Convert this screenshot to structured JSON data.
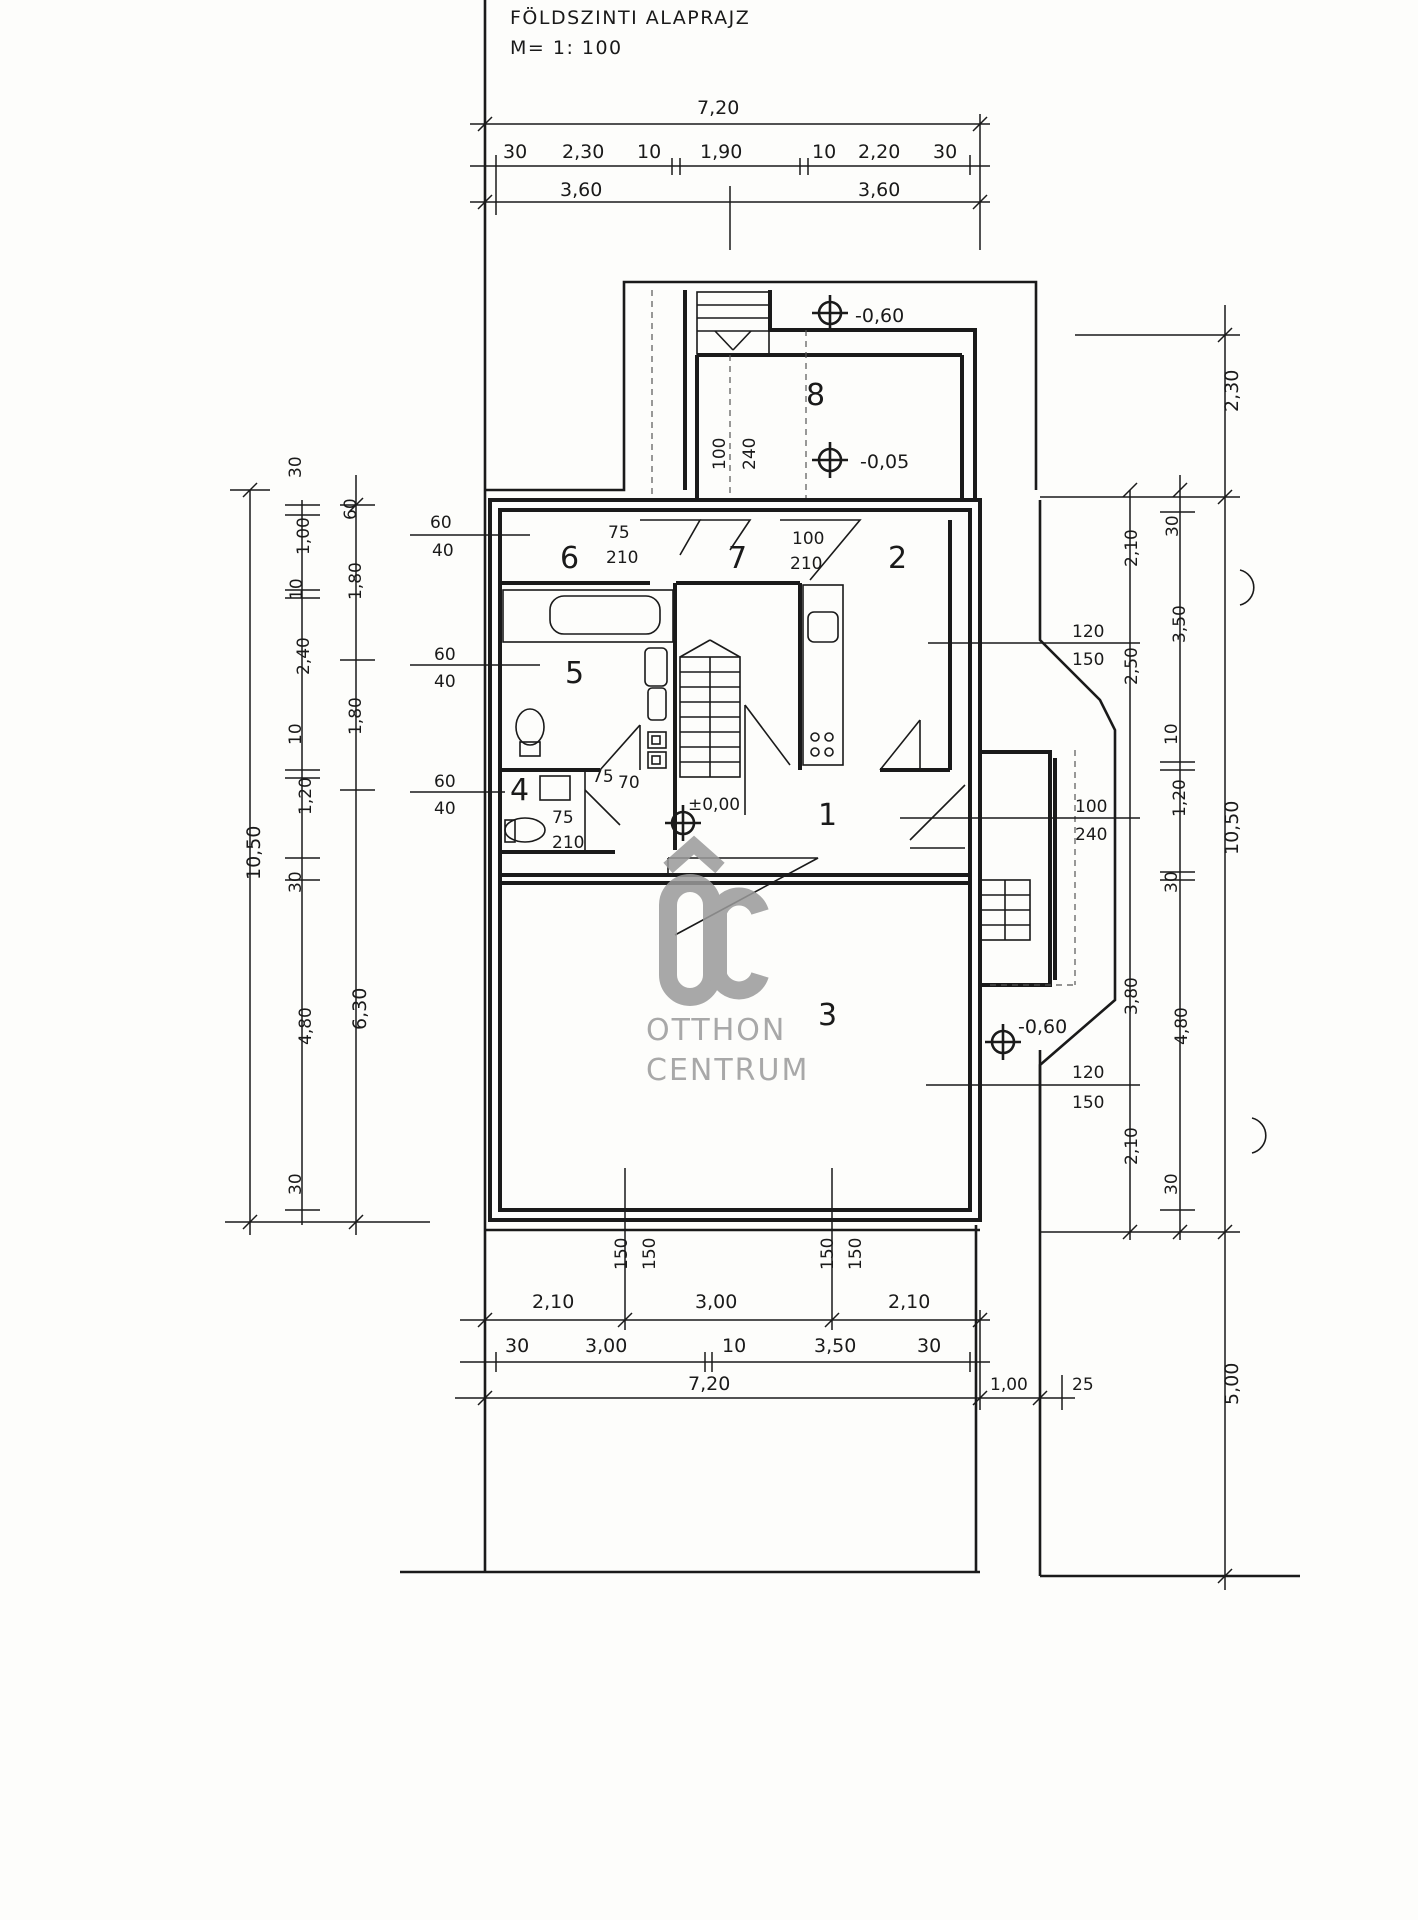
{
  "title": "FÖLDSZINTI ALAPRAJZ",
  "scale": "M= 1: 100",
  "watermark": {
    "monogram": "OC",
    "line1": "OTTHON",
    "line2": "CENTRUM",
    "color": "#9a9a9a"
  },
  "rooms": {
    "r1": "1",
    "r2": "2",
    "r3": "3",
    "r4": "4",
    "r5": "5",
    "r6": "6",
    "r7": "7",
    "r8": "8"
  },
  "levels": {
    "stair_top": "-0,60",
    "room8": "-0,05",
    "entry": "±0,00",
    "terrace": "-0,60"
  },
  "top_dims": {
    "total": "7,20",
    "seg": [
      "30",
      "2,30",
      "10",
      "1,90",
      "10",
      "2,20",
      "30"
    ],
    "half_left": "3,60",
    "half_right": "3,60"
  },
  "bottom_dims": {
    "openings": [
      "2,10",
      "3,00",
      "2,10"
    ],
    "seg": [
      "30",
      "3,00",
      "10",
      "3,50",
      "30"
    ],
    "total": "7,20",
    "side": "1,00",
    "side2": "25",
    "sill_a": [
      "150",
      "150"
    ],
    "sill_b": [
      "150",
      "150"
    ]
  },
  "left_dims": {
    "total": "10,50",
    "inner_col": [
      "30",
      "1,00",
      "10",
      "2,40",
      "10",
      "1,20",
      "30",
      "4,80",
      "30"
    ],
    "outer_col": [
      "60",
      "1,80",
      "1,80",
      "6,30"
    ]
  },
  "right_dims": {
    "total": "10,50",
    "upper": "2,30",
    "lower": "5,00",
    "inner_col": [
      "30",
      "3,50",
      "10",
      "1,20",
      "30",
      "4,80",
      "30"
    ],
    "outer_col": [
      "2,10",
      "2,50",
      "3,80",
      "2,10"
    ]
  },
  "windows": {
    "w6": [
      "60",
      "40"
    ],
    "w5": [
      "60",
      "40"
    ],
    "w4": [
      "60",
      "40"
    ],
    "d6": [
      "75",
      "210"
    ],
    "d2": [
      "100",
      "210"
    ],
    "d4": [
      "75",
      "210"
    ],
    "d4b": "75",
    "d4c": "70",
    "stair": [
      "100",
      "240"
    ],
    "win2": [
      "120",
      "150"
    ],
    "win_entry": [
      "100",
      "240"
    ],
    "win3": [
      "120",
      "150"
    ]
  }
}
